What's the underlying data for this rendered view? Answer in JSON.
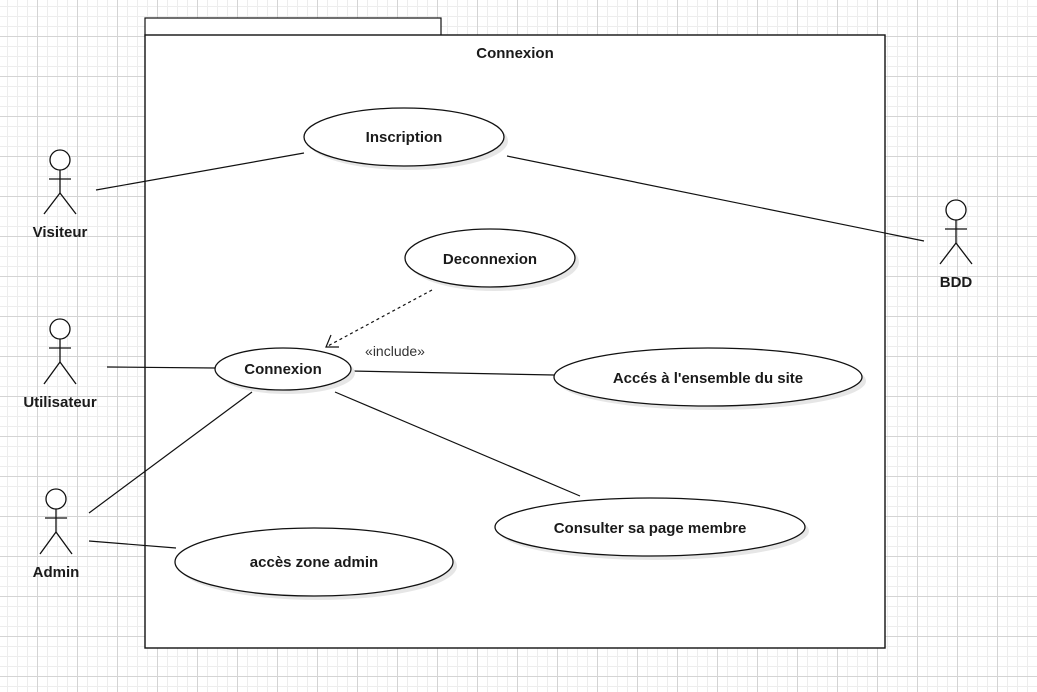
{
  "system": {
    "title": "Connexion"
  },
  "actors": {
    "visiteur": "Visiteur",
    "utilisateur": "Utilisateur",
    "admin": "Admin",
    "bdd": "BDD"
  },
  "use_cases": {
    "inscription": "Inscription",
    "deconnexion": "Deconnexion",
    "connexion": "Connexion",
    "acces_site": "Accés à l'ensemble du site",
    "page_membre": "Consulter sa page membre",
    "zone_admin": "accès zone admin"
  },
  "relations": {
    "include_label": "«include»"
  }
}
